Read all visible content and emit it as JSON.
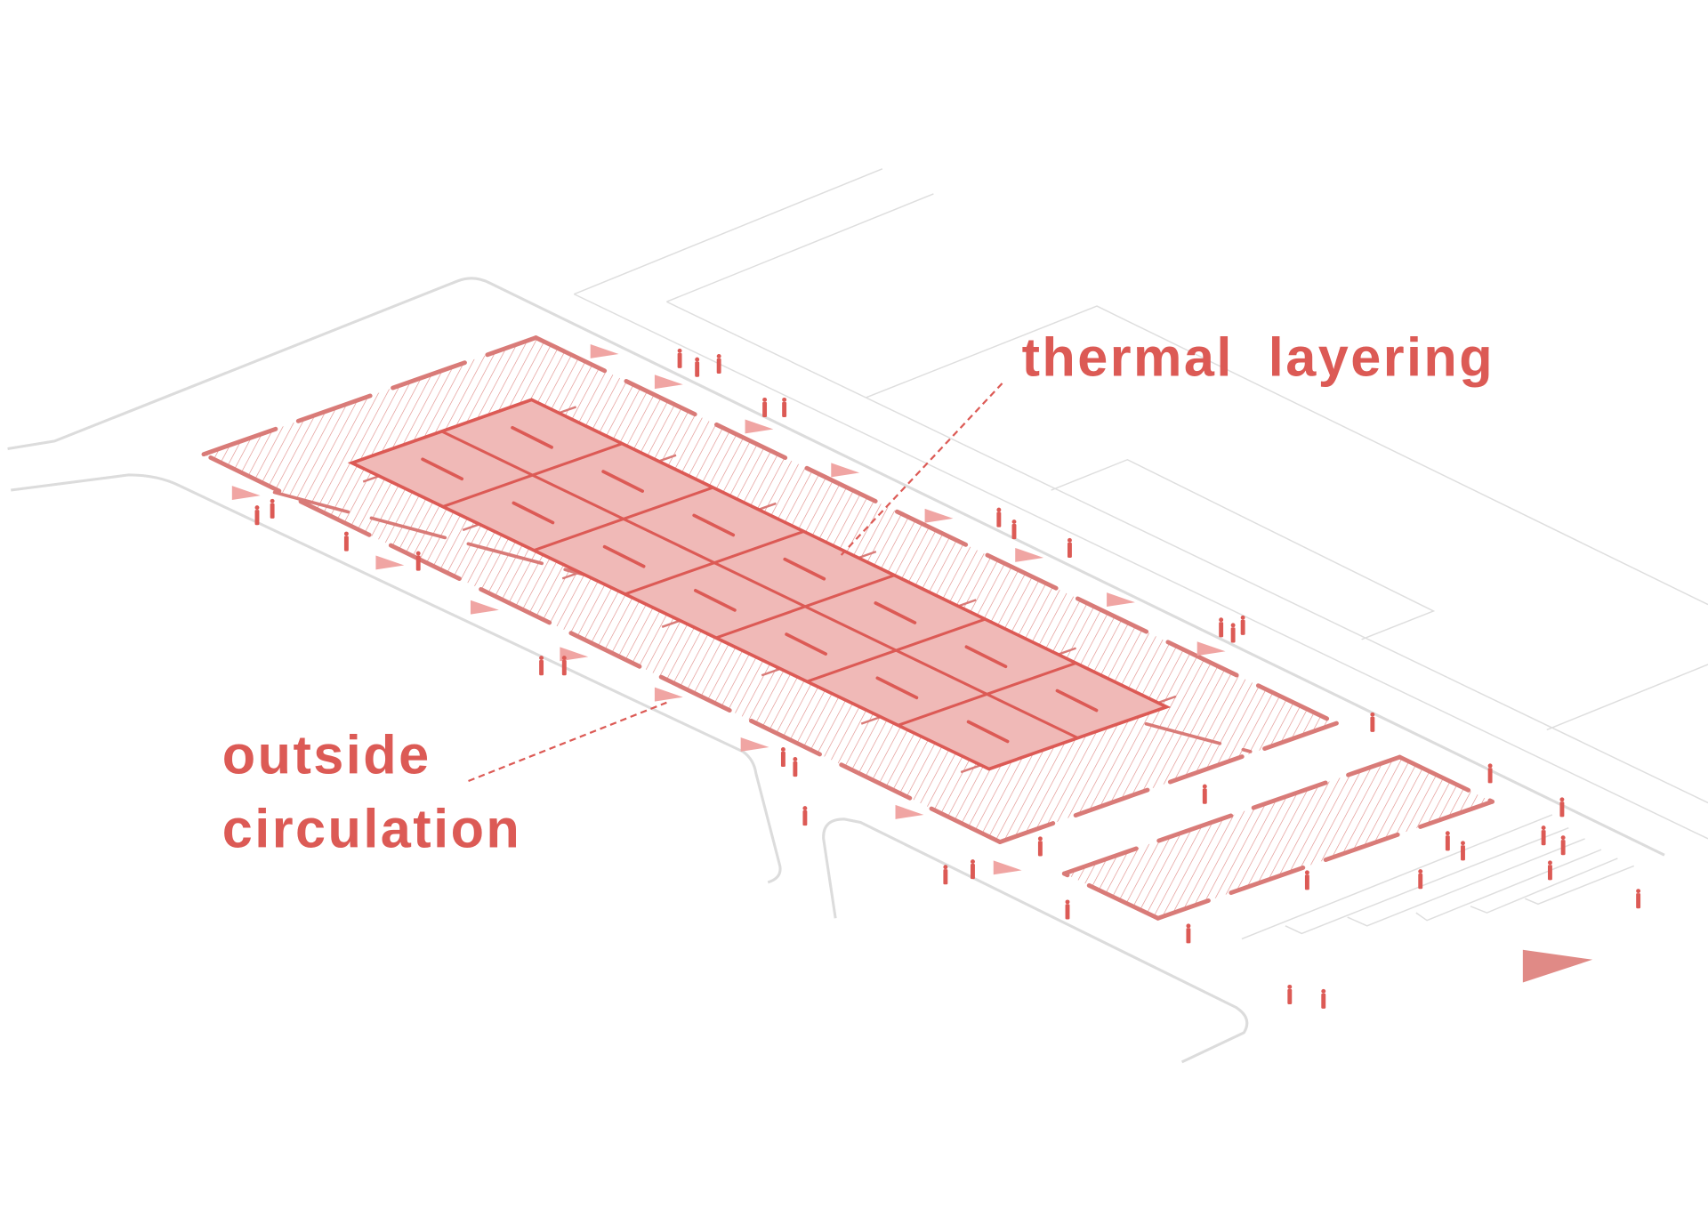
{
  "labels": {
    "thermal": "thermal  layering",
    "outside_1": "outside",
    "outside_2": "circulation"
  },
  "colors": {
    "accent": "#dc5a55",
    "fill": "#f0b9b7",
    "edge": "#d97b78",
    "arrow": "#f0a5a3",
    "road": "#dddddd"
  }
}
